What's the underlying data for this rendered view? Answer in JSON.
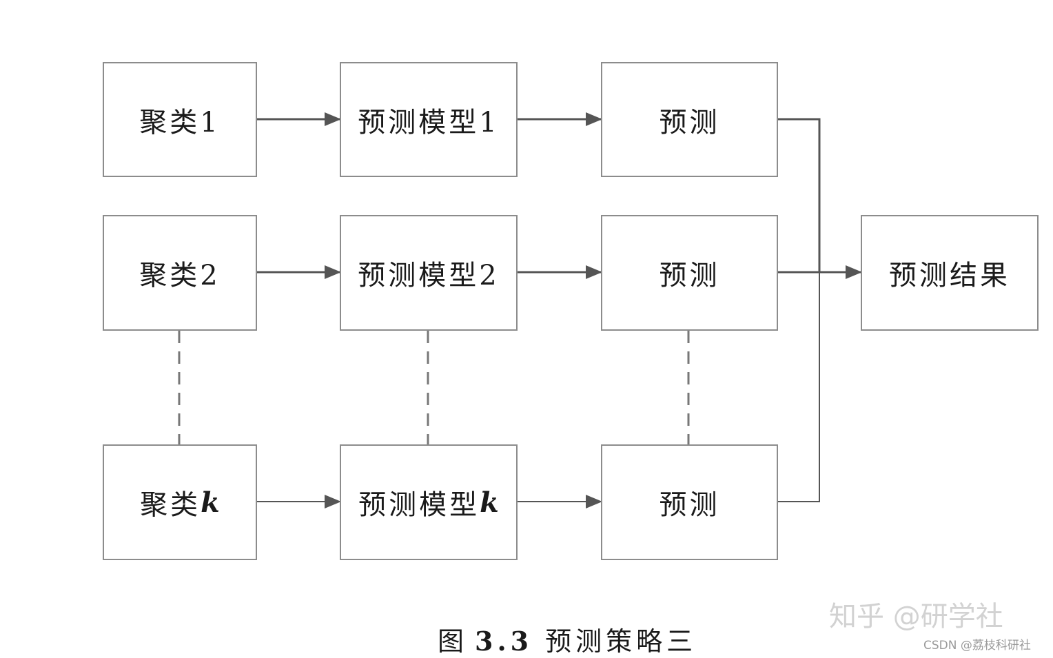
{
  "nodes": {
    "cluster_1": "聚类1",
    "cluster_2": "聚类2",
    "cluster_k_prefix": "聚类",
    "cluster_k_var": "k",
    "model_1": "预测模型1",
    "model_2": "预测模型2",
    "model_k_prefix": "预测模型",
    "model_k_var": "k",
    "predict_1": "预测",
    "predict_2": "预测",
    "predict_k": "预测",
    "result": "预测结果"
  },
  "caption": {
    "prefix": "图",
    "number": "3.3",
    "title": "预测策略三"
  },
  "watermark": {
    "main": "知乎 @研学社",
    "sub": "CSDN @荔枝科研社"
  },
  "colors": {
    "line": "#555555",
    "box_border": "#8c8c8c",
    "dashed": "#777777"
  }
}
